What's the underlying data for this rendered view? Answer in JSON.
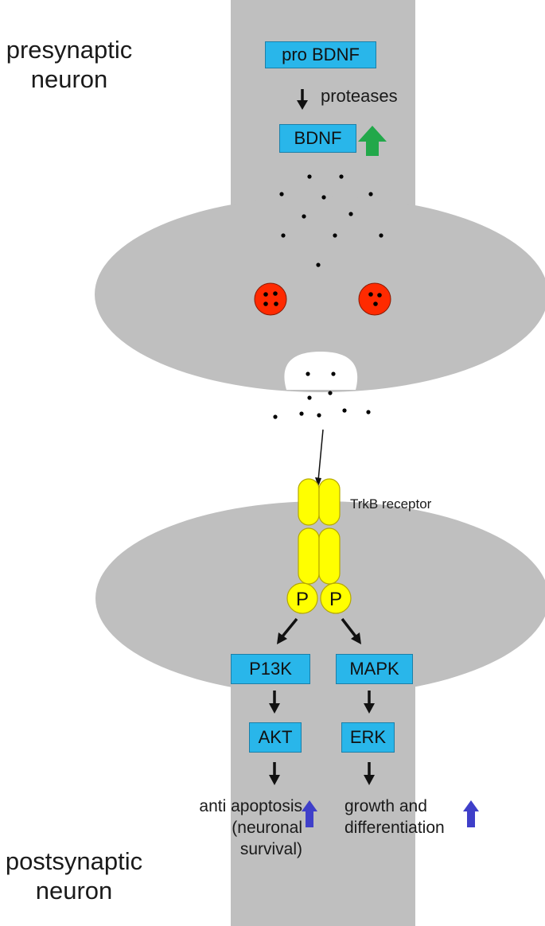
{
  "labels": {
    "presynaptic_line1": "presynaptic",
    "presynaptic_line2": "neuron",
    "postsynaptic_line1": "postsynaptic",
    "postsynaptic_line2": "neuron",
    "proteases": "proteases",
    "receptor": "TrkB receptor",
    "phospho_left": "P",
    "phospho_right": "P",
    "outcome_left_line1": "anti apoptosis",
    "outcome_left_line2": "(neuronal",
    "outcome_left_line3": "survival)",
    "outcome_right_line1": "growth and",
    "outcome_right_line2": "differentiation"
  },
  "boxes": {
    "pro_bdnf": "pro BDNF",
    "bdnf": "BDNF",
    "p13k": "P13K",
    "mapk": "MAPK",
    "akt": "AKT",
    "erk": "ERK"
  },
  "colors": {
    "neuron_gray": "#bfbfbf",
    "box_blue": "#29b6ea",
    "receptor_yellow": "#ffff00",
    "vesicle_red": "#ff2a00",
    "up_arrow_green": "#22a84a",
    "up_arrow_blue": "#3f3fc9",
    "arrow_black": "#111111"
  },
  "icons": {
    "bdnf_increase": "green-up-arrow-icon",
    "survival_increase": "blue-up-arrow-icon",
    "growth_increase": "blue-up-arrow-icon"
  }
}
